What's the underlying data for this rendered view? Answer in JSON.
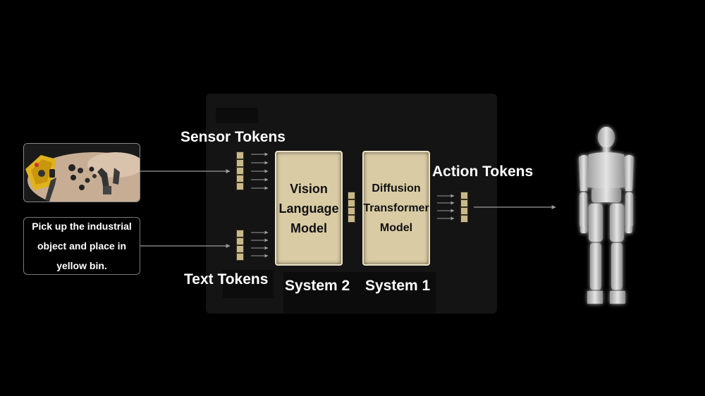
{
  "labels": {
    "sensor_tokens": "Sensor Tokens",
    "text_tokens": "Text Tokens",
    "action_tokens": "Action Tokens",
    "system2": "System 2",
    "system1": "System 1"
  },
  "vlm": {
    "line1": "Vision",
    "line2": "Language",
    "line3": "Model"
  },
  "dit": {
    "line1": "Diffusion",
    "line2": "Transformer",
    "line3": "Model"
  },
  "instruction": {
    "line1": "Pick up the industrial",
    "line2": "object and place in",
    "line3": "yellow bin."
  },
  "colors": {
    "background": "#000000",
    "panel": "#141414",
    "model_box": "#d9cba4",
    "token": "#c9b88a",
    "arrow": "#9a9a9a"
  },
  "icons": {
    "camera_view": "robot-workspace-photo",
    "output": "humanoid-robot-icon"
  }
}
